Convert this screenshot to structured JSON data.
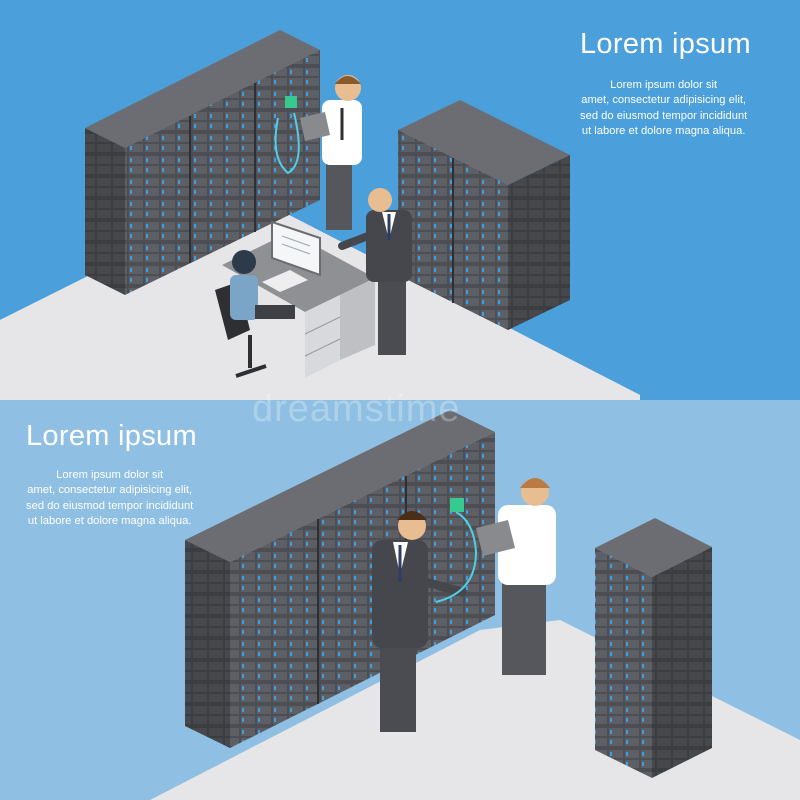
{
  "top_banner": {
    "title": "Lorem ipsum",
    "body_lines": [
      "Lorem ipsum dolor sit",
      "amet, consectetur adipisicing elit,",
      "sed do eiusmod tempor incididunt",
      "ut labore et dolore magna aliqua."
    ],
    "background_color": "#4b9fdb"
  },
  "bottom_banner": {
    "title": "Lorem ipsum",
    "body_lines": [
      "Lorem ipsum dolor sit",
      "amet, consectetur adipisicing elit,",
      "sed do eiusmod tempor incididunt",
      "ut labore et dolore magna aliqua."
    ],
    "background_color": "#8fbfe2"
  },
  "watermark": "dreamstime",
  "colors": {
    "floor": "#e6e6e8",
    "rack_dark": "#3a3b3f",
    "rack_mid": "#55575c",
    "rack_light": "#6b6d72",
    "rack_led": "#3aa0e6",
    "shirt": "#ffffff",
    "suit": "#45474c"
  }
}
